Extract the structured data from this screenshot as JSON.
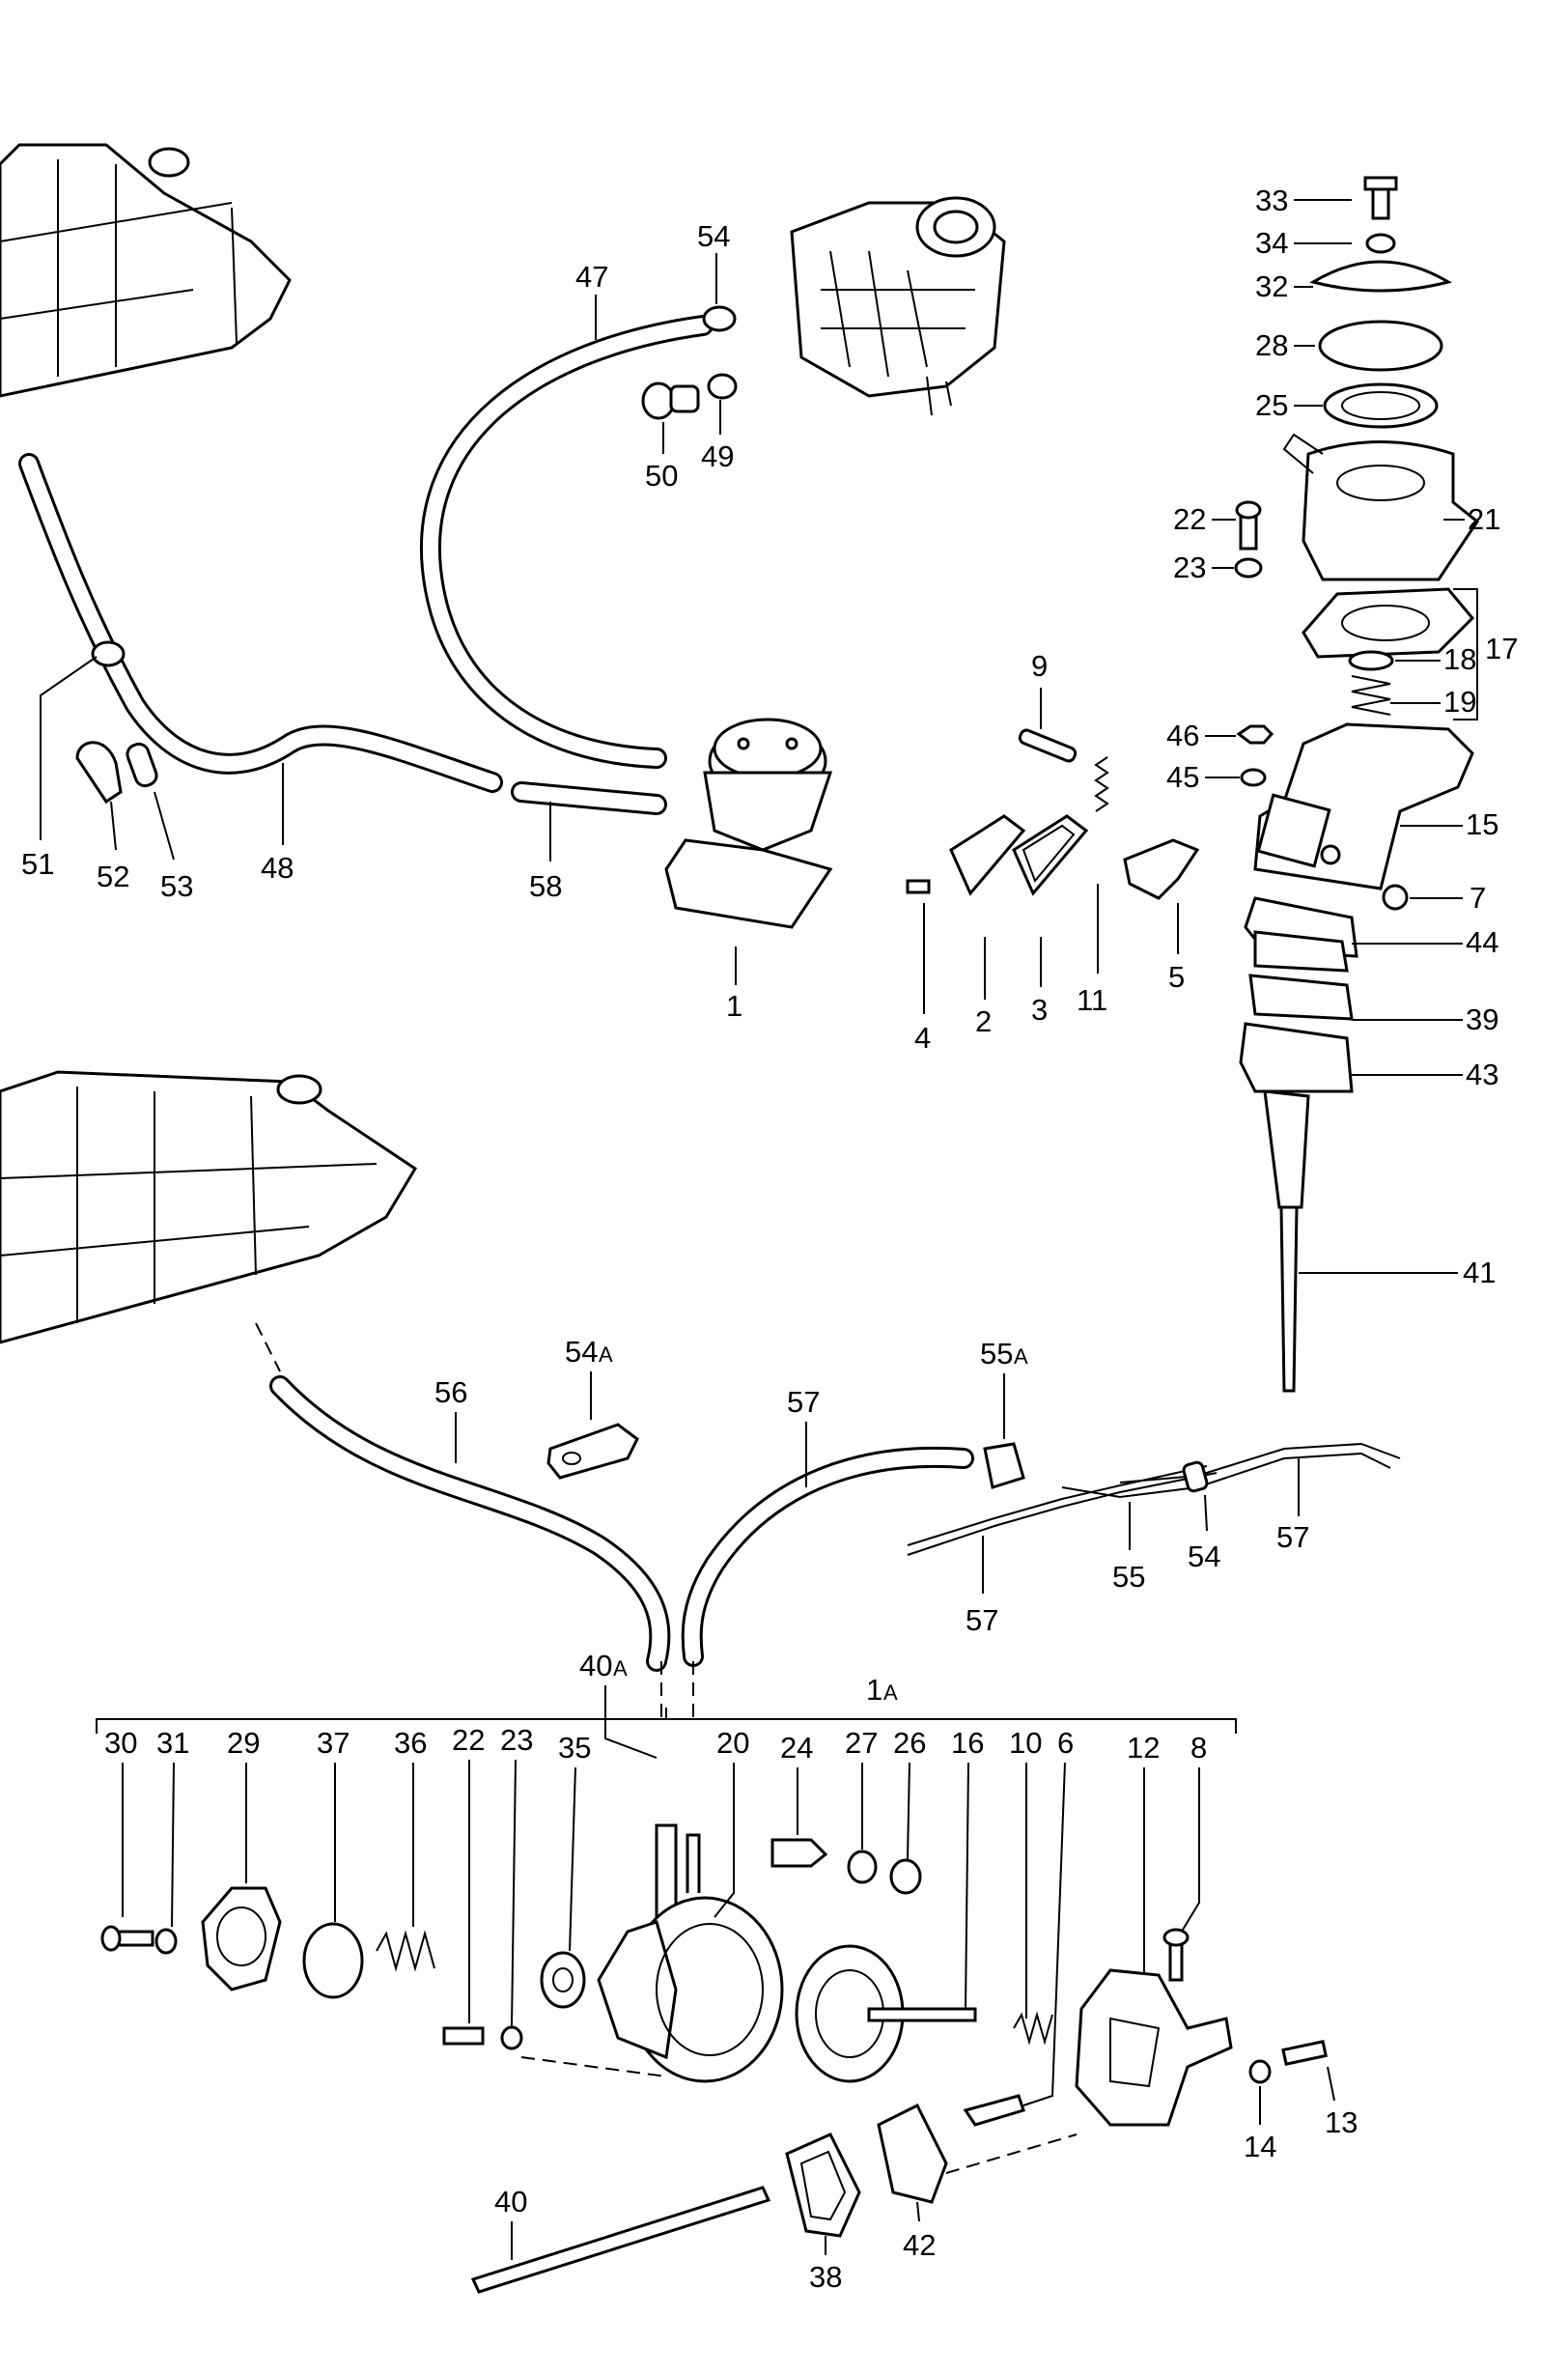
{
  "labels": {
    "p1": "1",
    "p2": "2",
    "p3": "3",
    "p4": "4",
    "p5": "5",
    "p7": "7",
    "p9": "9",
    "p11": "11",
    "p15": "15",
    "p17": "17",
    "p18": "18",
    "p19": "19",
    "p21": "21",
    "p22top": "22",
    "p23top": "23",
    "p25": "25",
    "p28": "28",
    "p32": "32",
    "p33": "33",
    "p34": "34",
    "p39": "39",
    "p41": "41",
    "p43": "43",
    "p44": "44",
    "p45": "45",
    "p46": "46",
    "p47": "47",
    "p48": "48",
    "p49": "49",
    "p50": "50",
    "p51": "51",
    "p52": "52",
    "p53": "53",
    "p54top": "54",
    "p58": "58",
    "p54A": "54",
    "p54Asuffix": "A",
    "p55A": "55",
    "p55Asuffix": "A",
    "p56": "56",
    "p57a": "57",
    "p57b": "57",
    "p57c": "57",
    "p55": "55",
    "p54mid": "54",
    "p40A": "40",
    "p40Asuffix": "A",
    "p1A": "1",
    "p1Asuffix": "A",
    "p30": "30",
    "p31": "31",
    "p29": "29",
    "p37": "37",
    "p36": "36",
    "p22b": "22",
    "p23b": "23",
    "p35": "35",
    "p20": "20",
    "p24": "24",
    "p27": "27",
    "p26": "26",
    "p16": "16",
    "p10": "10",
    "p6": "6",
    "p12": "12",
    "p8": "8",
    "p13": "13",
    "p14": "14",
    "p40": "40",
    "p38": "38",
    "p42": "42"
  }
}
